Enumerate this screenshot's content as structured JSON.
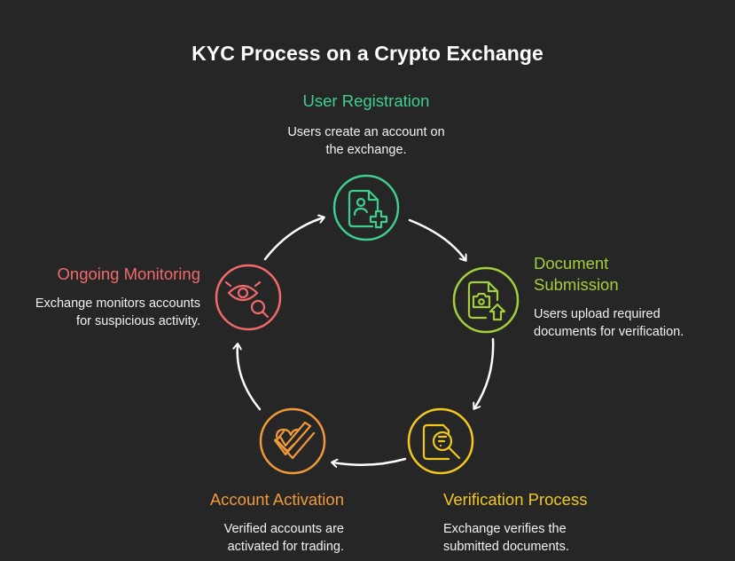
{
  "title": "KYC Process on a Crypto Exchange",
  "colors": {
    "background": "#262626",
    "user_registration": "#3ecf8e",
    "document_submission": "#a3cf3c",
    "verification_process": "#f2c81f",
    "account_activation": "#f0993a",
    "ongoing_monitoring": "#f06a6a",
    "arrows": "#ffffff"
  },
  "steps": [
    {
      "title": "User Registration",
      "description_lines": [
        "Users create an account on",
        "the exchange."
      ],
      "icon": "document-add-user-icon"
    },
    {
      "title_lines": [
        "Document",
        "Submission"
      ],
      "description_lines": [
        "Users upload required",
        "documents for verification."
      ],
      "icon": "document-camera-upload-icon"
    },
    {
      "title": "Verification Process",
      "description_lines": [
        "Exchange verifies the",
        "submitted documents."
      ],
      "icon": "document-search-icon"
    },
    {
      "title": "Account Activation",
      "description_lines": [
        "Verified accounts are",
        "activated for trading."
      ],
      "icon": "check-badge-icon"
    },
    {
      "title": "Ongoing Monitoring",
      "description_lines": [
        "Exchange monitors accounts",
        "for suspicious activity."
      ],
      "icon": "eye-search-icon"
    }
  ]
}
